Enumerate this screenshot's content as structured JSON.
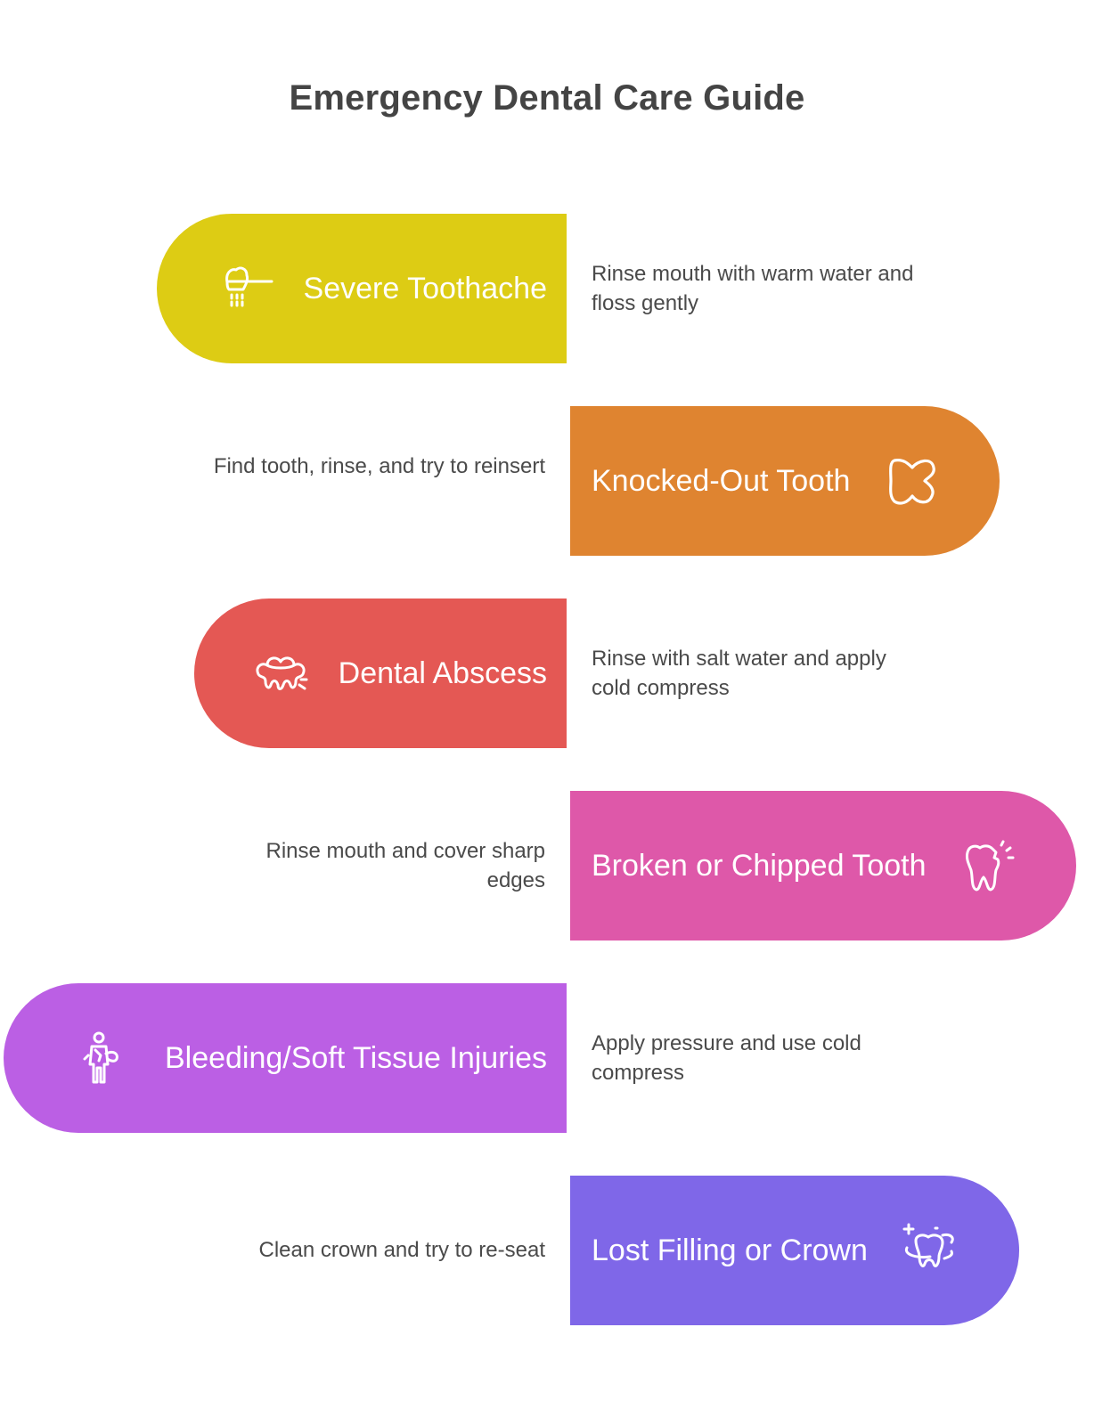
{
  "title": "Emergency Dental Care Guide",
  "items": [
    {
      "label": "Severe Toothache",
      "description": "Rinse mouth with warm water and floss gently",
      "color": "#DDCC14",
      "icon": "tooth-floss-icon"
    },
    {
      "label": "Knocked-Out Tooth",
      "description": "Find tooth, rinse, and try to reinsert",
      "color": "#DF8430",
      "icon": "tooth-outline-icon"
    },
    {
      "label": "Dental Abscess",
      "description": "Rinse with salt water and apply cold compress",
      "color": "#E45854",
      "icon": "gums-teeth-icon"
    },
    {
      "label": "Broken or Chipped Tooth",
      "description": "Rinse mouth and cover sharp edges",
      "color": "#DE58A9",
      "icon": "chipped-tooth-icon"
    },
    {
      "label": "Bleeding/Soft Tissue Injuries",
      "description": "Apply pressure and use cold compress",
      "color": "#BB5FE4",
      "icon": "person-injury-icon"
    },
    {
      "label": "Lost Filling or Crown",
      "description": "Clean crown and try to re-seat",
      "color": "#7F67E8",
      "icon": "sparkle-tooth-icon"
    }
  ]
}
